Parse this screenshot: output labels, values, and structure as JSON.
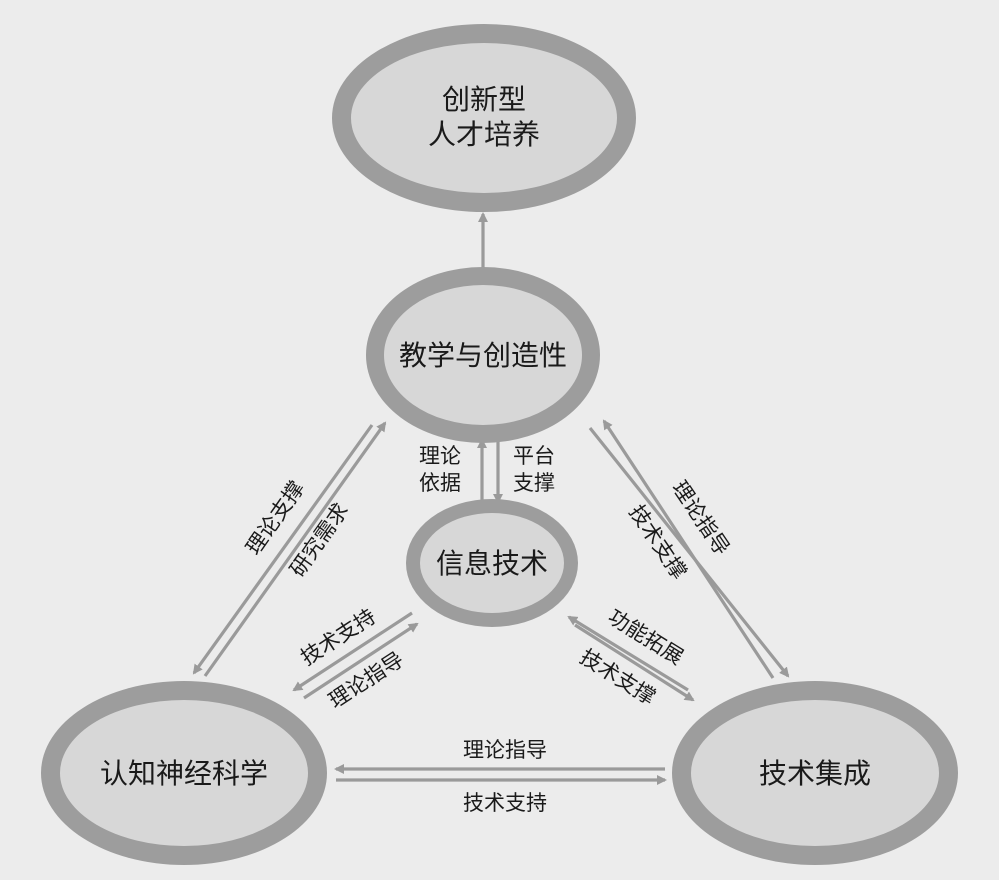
{
  "nodes": {
    "talent": {
      "line1": "创新型",
      "line2": "人才培养"
    },
    "teaching": {
      "label": "教学与创造性"
    },
    "it": {
      "label": "信息技术"
    },
    "neuro": {
      "label": "认知神经科学"
    },
    "integration": {
      "label": "技术集成"
    }
  },
  "edges": {
    "it_teaching_left": {
      "line1": "理论",
      "line2": "依据"
    },
    "it_teaching_right": {
      "line1": "平台",
      "line2": "支撑"
    },
    "teaching_neuro_outer": {
      "label": "理论支撑"
    },
    "teaching_neuro_inner": {
      "label": "研究需求"
    },
    "teaching_integration_outer": {
      "label": "理论指导"
    },
    "teaching_integration_inner": {
      "label": "技术支撑"
    },
    "it_neuro_upper": {
      "label": "技术支持"
    },
    "it_neuro_lower": {
      "label": "理论指导"
    },
    "it_integration_upper": {
      "label": "功能拓展"
    },
    "it_integration_lower": {
      "label": "技术支撑"
    },
    "neuro_integration_top": {
      "label": "理论指导"
    },
    "neuro_integration_bottom": {
      "label": "技术支持"
    }
  },
  "colors": {
    "ring": "#9d9d9d",
    "core": "#d7d7d7",
    "arrow": "#9a9a9a",
    "text": "#1a1a1a",
    "background": "#ececec"
  }
}
